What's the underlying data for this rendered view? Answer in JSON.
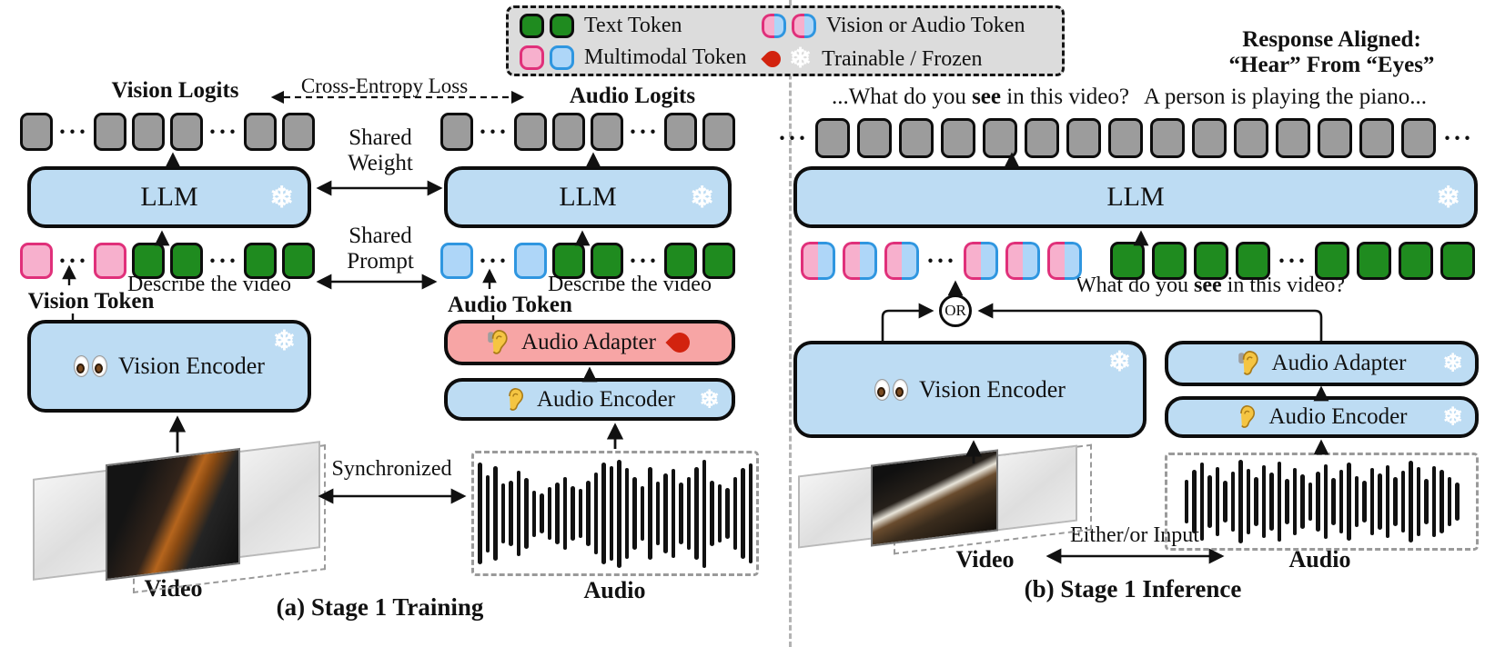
{
  "legend": {
    "items": [
      {
        "label": "Text Token",
        "swatches": [
          {
            "k": "green",
            "n": 2
          }
        ]
      },
      {
        "label": "Multimodal Token",
        "swatches": [
          {
            "k": "pink"
          },
          {
            "k": "blue"
          }
        ]
      },
      {
        "label": "Vision or Audio Token",
        "swatches": [
          {
            "k": "split",
            "n": 2
          }
        ]
      },
      {
        "label": "Trainable / Frozen",
        "swatches": [
          {
            "k": "flame"
          },
          {
            "k": "snowflake"
          }
        ]
      }
    ]
  },
  "header": {
    "response_aligned_line1": "Response Aligned:",
    "response_aligned_line2": "“Hear” From “Eyes”"
  },
  "panel_a": {
    "caption": "(a) Stage 1 Training",
    "vision_logits_label": "Vision Logits",
    "audio_logits_label": "Audio Logits",
    "cross_entropy_label": "Cross-Entropy Loss",
    "shared_weight": [
      "Shared",
      "Weight"
    ],
    "shared_prompt": [
      "Shared",
      "Prompt"
    ],
    "llm_left_label": "LLM",
    "llm_right_label": "LLM",
    "prompt_left": "Describe the video",
    "prompt_right": "Describe the video",
    "vision_token_label": "Vision Token",
    "audio_token_label": "Audio Token",
    "vision_encoder_label": "Vision Encoder",
    "audio_adapter_label": "Audio Adapter",
    "audio_encoder_label": "Audio Encoder",
    "synchronized_label": "Synchronized",
    "video_label": "Video",
    "audio_label": "Audio",
    "rows": {
      "vision_logits": [
        {
          "k": "gray"
        },
        {
          "k": "dots"
        },
        {
          "k": "gray",
          "n": 3
        },
        {
          "k": "dots"
        },
        {
          "k": "gray",
          "n": 2
        }
      ],
      "audio_logits": [
        {
          "k": "gray"
        },
        {
          "k": "dots"
        },
        {
          "k": "gray",
          "n": 3
        },
        {
          "k": "dots"
        },
        {
          "k": "gray",
          "n": 2
        }
      ],
      "vision_input": [
        {
          "k": "pink"
        },
        {
          "k": "dots"
        },
        {
          "k": "pink"
        },
        {
          "k": "green",
          "n": 2
        },
        {
          "k": "dots"
        },
        {
          "k": "green",
          "n": 2
        }
      ],
      "audio_input": [
        {
          "k": "blue"
        },
        {
          "k": "dots"
        },
        {
          "k": "blue"
        },
        {
          "k": "green",
          "n": 2
        },
        {
          "k": "dots"
        },
        {
          "k": "green",
          "n": 2
        }
      ]
    },
    "waveform_bars": [
      92,
      70,
      86,
      54,
      60,
      78,
      64,
      42,
      36,
      48,
      56,
      66,
      50,
      44,
      60,
      74,
      92,
      86,
      98,
      82,
      66,
      50,
      84,
      58,
      72,
      80,
      56,
      66,
      84,
      98,
      60,
      52,
      46,
      66,
      82,
      90
    ]
  },
  "panel_b": {
    "caption": "(b) Stage 1 Inference",
    "qa_prefix": "...What do you ",
    "qa_bold": "see",
    "qa_mid": " in this video?",
    "qa_answer": "A person is playing the piano...",
    "question_prefix": "What do you ",
    "question_bold": "see",
    "question_suffix": " in this video?",
    "or_label": "OR",
    "llm_label": "LLM",
    "vision_encoder_label": "Vision Encoder",
    "audio_adapter_label": "Audio Adapter",
    "audio_encoder_label": "Audio Encoder",
    "either_or_label": "Either/or Input",
    "video_label": "Video",
    "audio_label": "Audio",
    "rows": {
      "response": [
        {
          "k": "dots"
        },
        {
          "k": "gray",
          "n": 15
        },
        {
          "k": "dots"
        }
      ],
      "input": [
        {
          "k": "split",
          "n": 3
        },
        {
          "k": "dots"
        },
        {
          "k": "split",
          "n": 3
        },
        {
          "k": "gap"
        },
        {
          "k": "green",
          "n": 4
        },
        {
          "k": "dots"
        },
        {
          "k": "green",
          "n": 4
        }
      ]
    },
    "waveform_bars": [
      52,
      74,
      92,
      62,
      80,
      48,
      70,
      98,
      76,
      58,
      86,
      68,
      94,
      54,
      78,
      64,
      44,
      70,
      88,
      56,
      74,
      92,
      60,
      50,
      78,
      66,
      86,
      58,
      72,
      96,
      80,
      54,
      84,
      74,
      58,
      44
    ]
  },
  "icons": {
    "snowflake": "❄"
  },
  "colors": {
    "box_blue": "#bddcf3",
    "adapter_red": "#f7a5a5",
    "token_green": "#1f8b1f",
    "token_gray": "#9c9c9c",
    "pink_fill": "#f7b0cd",
    "pink_border": "#e0307a",
    "blue_fill": "#aed6f8",
    "blue_border": "#2f96e0",
    "legend_bg": "#dcdcdc",
    "flame_red": "#d2230f",
    "divider_gray": "#b3b3b3"
  }
}
